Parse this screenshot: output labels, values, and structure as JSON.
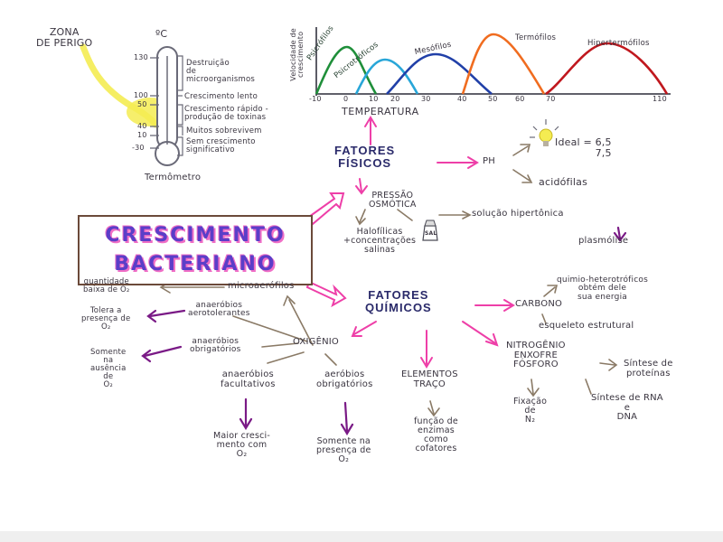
{
  "colors": {
    "pink": "#ee3fa8",
    "purple": "#7a1a86",
    "brown": "#8a7a66",
    "yellow": "#f4ec52",
    "title_purple": "#5b3ec8",
    "curve_green": "#1f8f3a",
    "curve_cyan": "#28a6d8",
    "curve_blue": "#2140a8",
    "curve_orange": "#f06c1f",
    "curve_red": "#c0181e"
  },
  "title": {
    "line1": "CRESCIMENTO",
    "line2": "BACTERIANO"
  },
  "thermometer": {
    "zone_label": "ZONA\nDE PERIGO",
    "unit": "ºC",
    "caption": "Termômetro",
    "ticks": [
      "130",
      "100",
      "50",
      "40",
      "10",
      "-30"
    ],
    "notes": [
      "Destruição\nde\nmicroorganismos",
      "Crescimento lento",
      "Crescimento rápido -\nprodução de toxinas",
      "Muitos sobrevivem",
      "Sem crescimento\nsignificativo"
    ]
  },
  "temperature_chart": {
    "ylabel": "Velocidade de\ncrescimento",
    "xlabel": "TEMPERATURA",
    "ticks": [
      "-10",
      "0",
      "10",
      "20",
      "30",
      "40",
      "50",
      "60",
      "70",
      "110"
    ],
    "curves": [
      {
        "name": "Psicrófilos",
        "color": "#1f8f3a"
      },
      {
        "name": "Psicrotróficos",
        "color": "#28a6d8"
      },
      {
        "name": "Mesófilos",
        "color": "#2140a8"
      },
      {
        "name": "Termófilos",
        "color": "#f06c1f"
      },
      {
        "name": "Hipertermófilos",
        "color": "#c0181e"
      }
    ]
  },
  "fatores_fisicos": {
    "label": "FATORES\nFÍSICOS",
    "ph": "PH",
    "ph_ideal": "Ideal = 6,5\n7,5",
    "acidofilas": "acidófilas",
    "pressao": "PRESSÃO\nOSMÓTICA",
    "solucao": "solução hipertônica",
    "plasmolise": "plasmólise",
    "halofilicas": "Halofílicas\n+concentrações\nsalinas",
    "sal": "SAL"
  },
  "fatores_quimicos": {
    "label": "FATORES\nQUÍMICOS",
    "carbono": "CARBONO",
    "quimio": "quimio-heterotróficos\nobtém dele\nsua energia",
    "esqueleto": "esqueleto estrutural",
    "nitrogenio": "NITROGÊNIO\nENXOFRE\nFÓSFORO",
    "sintese_prot": "Síntese de\nproteínas",
    "fixacao": "Fixação\nde\nN₂",
    "sintese_rna": "Síntese de RNA\ne\nDNA",
    "elementos": "ELEMENTOS\nTRAÇO",
    "funcao": "função de\nenzimas\ncomo\ncofatores",
    "oxigenio": "OXIGÊNIO",
    "microaerofilos": "microaerófilos",
    "baixa": "quantidade\nbaixa de O₂",
    "aerotolerantes": "anaeróbios\naerotolerantes",
    "tolera": "Tolera a\npresença de\nO₂",
    "obrigatorios_an": "anaeróbios\nobrigatórios",
    "somente_aus": "Somente\nna\nausência\nde\nO₂",
    "facultativos": "anaeróbios\nfacultativos",
    "maior": "Maior cresci-\nmento com\nO₂",
    "aerobios": "aeróbios\nobrigatórios",
    "somente_pres": "Somente na\npresença de\nO₂"
  }
}
